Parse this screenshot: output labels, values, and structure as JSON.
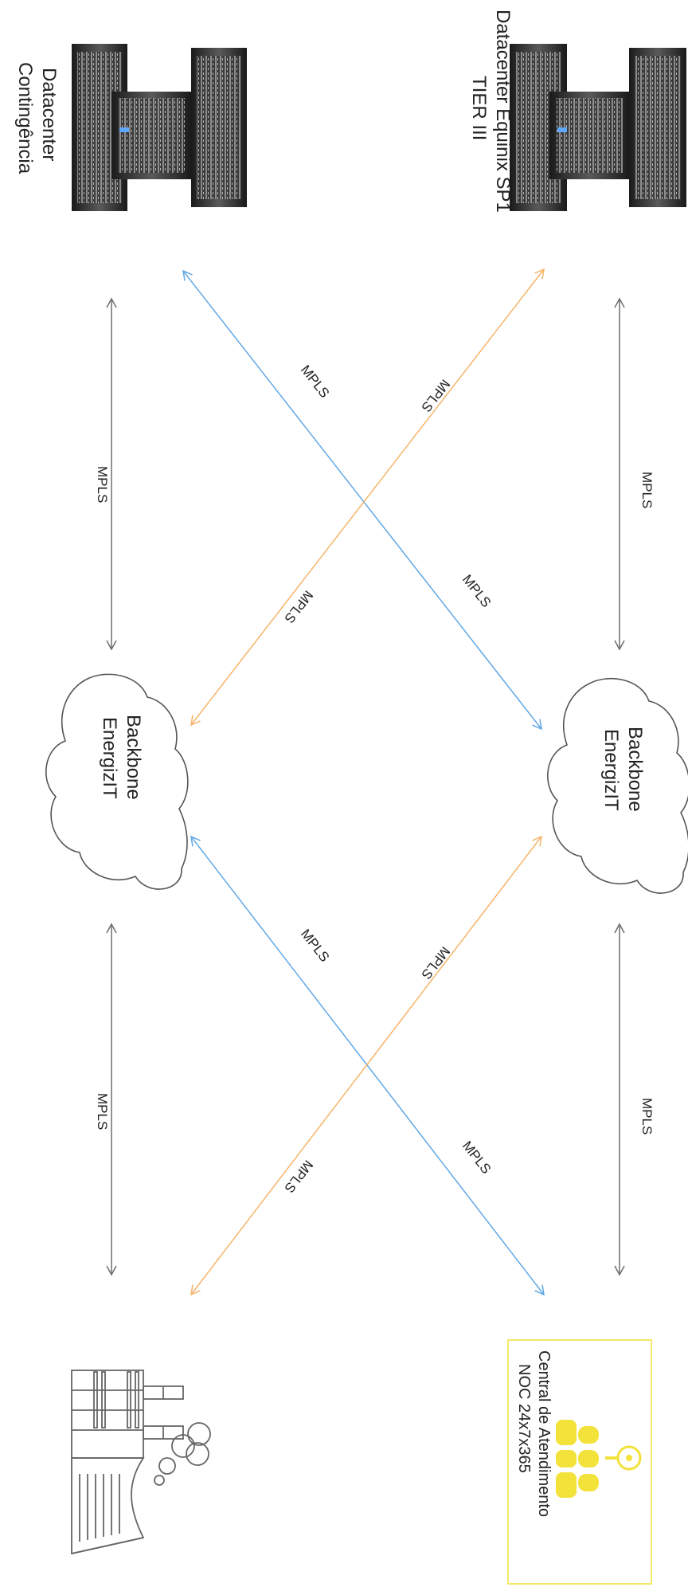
{
  "nodes": {
    "dc_primary": {
      "line1": "Datacenter Equinix  SP1",
      "line2": "TIER III",
      "icon": "server-rack-icon"
    },
    "dc_contingency": {
      "line1": "Datacenter",
      "line2": "Contingência",
      "icon": "server-rack-icon"
    },
    "backbone_right": {
      "line1": "Backbone",
      "line2": "EnergizIT",
      "icon": "cloud-icon"
    },
    "backbone_left": {
      "line1": "Backbone",
      "line2": "EnergizIT",
      "icon": "cloud-icon"
    },
    "noc": {
      "line1": "Central de Atendimento",
      "line2": "NOC 24x7x365",
      "icon": "support-team-icon"
    },
    "plant": {
      "icon": "power-plant-icon"
    }
  },
  "links": {
    "l1": "MPLS",
    "l2": "MPLS",
    "l3": "MPLS",
    "l4": "MPLS",
    "l5": "MPLS",
    "l6": "MPLS",
    "l7": "MPLS",
    "l8": "MPLS",
    "l9": "MPLS",
    "l10": "MPLS",
    "l11": "MPLS",
    "l12": "MPLS"
  },
  "colors": {
    "gray_link": "#6e6e6e",
    "blue_link": "#62a8e5",
    "orange_link": "#f5b46a",
    "noc_border": "#f2e96a",
    "noc_icon": "#f3e23a",
    "cloud_stroke": "#555555"
  }
}
